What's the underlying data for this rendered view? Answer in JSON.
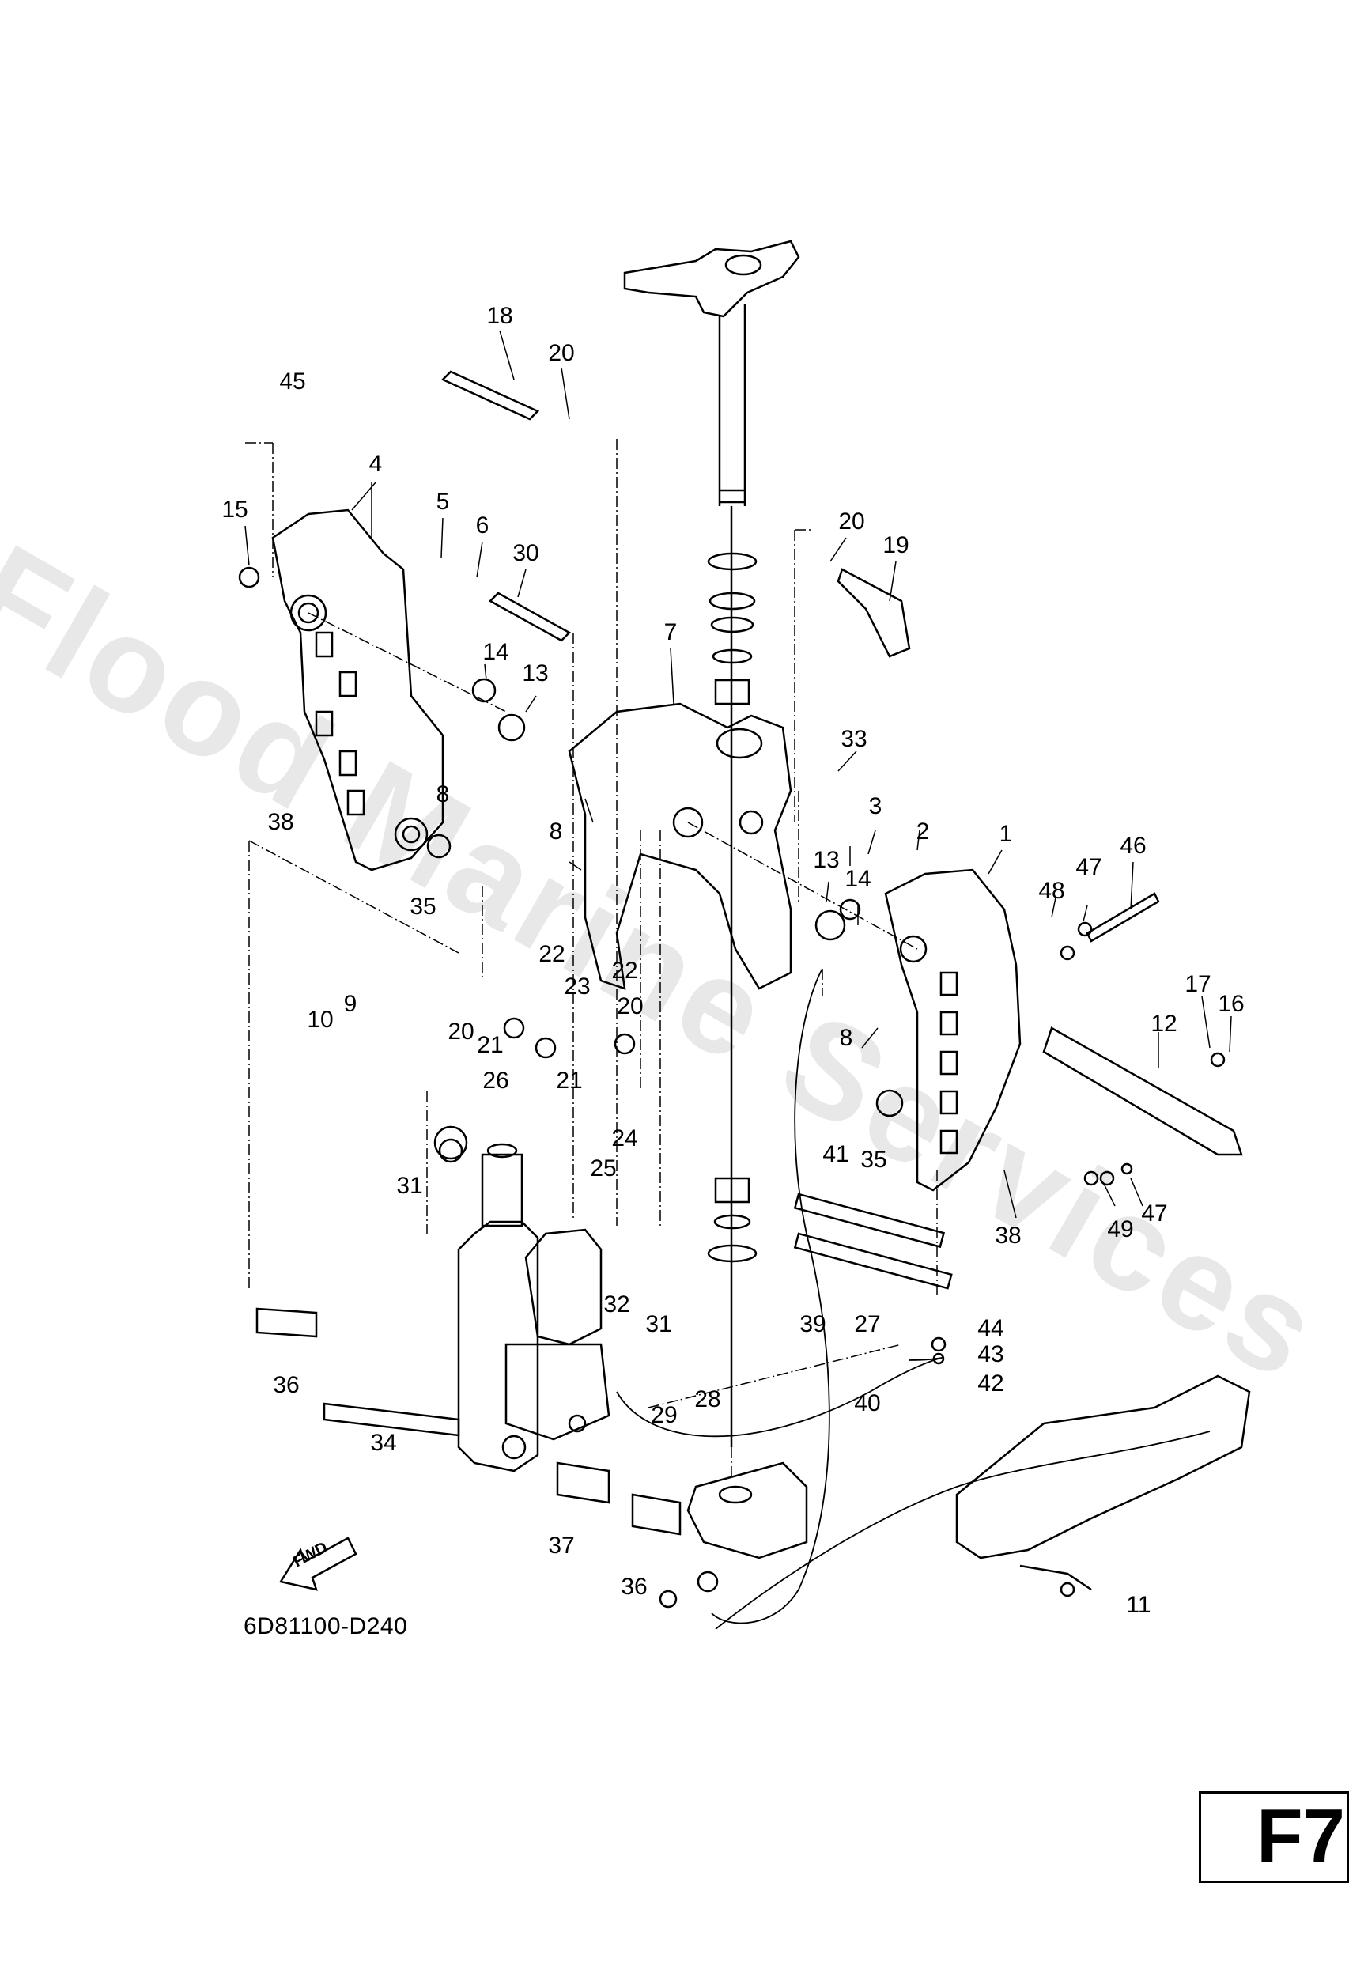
{
  "watermark": "Flood Marine Services",
  "diagram_code": "6D81100-D240",
  "page_id": "F7",
  "fwd_label": "FWD",
  "callouts": [
    {
      "id": "c1",
      "text": "1"
    },
    {
      "id": "c2",
      "text": "2"
    },
    {
      "id": "c3",
      "text": "3"
    },
    {
      "id": "c4",
      "text": "4"
    },
    {
      "id": "c5",
      "text": "5"
    },
    {
      "id": "c6",
      "text": "6"
    },
    {
      "id": "c7",
      "text": "7"
    },
    {
      "id": "c8a",
      "text": "8"
    },
    {
      "id": "c8b",
      "text": "8"
    },
    {
      "id": "c8c",
      "text": "8"
    },
    {
      "id": "c9",
      "text": "9"
    },
    {
      "id": "c10",
      "text": "10"
    },
    {
      "id": "c11",
      "text": "11"
    },
    {
      "id": "c12",
      "text": "12"
    },
    {
      "id": "c13a",
      "text": "13"
    },
    {
      "id": "c13b",
      "text": "13"
    },
    {
      "id": "c14a",
      "text": "14"
    },
    {
      "id": "c14b",
      "text": "14"
    },
    {
      "id": "c15",
      "text": "15"
    },
    {
      "id": "c16",
      "text": "16"
    },
    {
      "id": "c17",
      "text": "17"
    },
    {
      "id": "c18",
      "text": "18"
    },
    {
      "id": "c19",
      "text": "19"
    },
    {
      "id": "c20a",
      "text": "20"
    },
    {
      "id": "c20b",
      "text": "20"
    },
    {
      "id": "c20c",
      "text": "20"
    },
    {
      "id": "c20d",
      "text": "20"
    },
    {
      "id": "c21a",
      "text": "21"
    },
    {
      "id": "c21b",
      "text": "21"
    },
    {
      "id": "c22a",
      "text": "22"
    },
    {
      "id": "c22b",
      "text": "22"
    },
    {
      "id": "c23",
      "text": "23"
    },
    {
      "id": "c24",
      "text": "24"
    },
    {
      "id": "c25",
      "text": "25"
    },
    {
      "id": "c26",
      "text": "26"
    },
    {
      "id": "c27",
      "text": "27"
    },
    {
      "id": "c28",
      "text": "28"
    },
    {
      "id": "c29",
      "text": "29"
    },
    {
      "id": "c30",
      "text": "30"
    },
    {
      "id": "c31a",
      "text": "31"
    },
    {
      "id": "c31b",
      "text": "31"
    },
    {
      "id": "c32",
      "text": "32"
    },
    {
      "id": "c33",
      "text": "33"
    },
    {
      "id": "c34",
      "text": "34"
    },
    {
      "id": "c35a",
      "text": "35"
    },
    {
      "id": "c35b",
      "text": "35"
    },
    {
      "id": "c36a",
      "text": "36"
    },
    {
      "id": "c36b",
      "text": "36"
    },
    {
      "id": "c37",
      "text": "37"
    },
    {
      "id": "c38a",
      "text": "38"
    },
    {
      "id": "c38b",
      "text": "38"
    },
    {
      "id": "c39",
      "text": "39"
    },
    {
      "id": "c40",
      "text": "40"
    },
    {
      "id": "c41",
      "text": "41"
    },
    {
      "id": "c42",
      "text": "42"
    },
    {
      "id": "c43",
      "text": "43"
    },
    {
      "id": "c44",
      "text": "44"
    },
    {
      "id": "c45",
      "text": "45"
    },
    {
      "id": "c46",
      "text": "46"
    },
    {
      "id": "c47a",
      "text": "47"
    },
    {
      "id": "c47b",
      "text": "47"
    },
    {
      "id": "c48",
      "text": "48"
    },
    {
      "id": "c49",
      "text": "49"
    }
  ]
}
